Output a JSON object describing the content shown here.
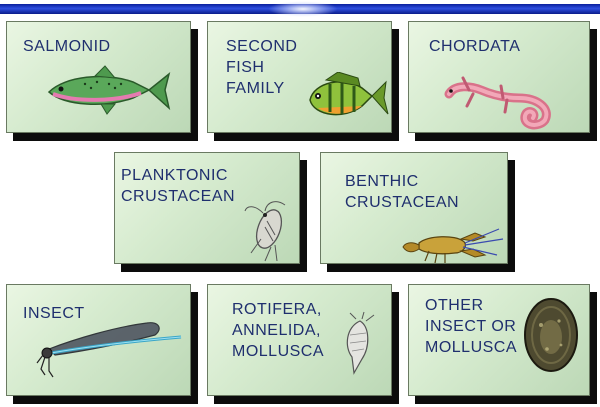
{
  "cards": [
    {
      "label": "SALMONID",
      "icon": "fish-icon"
    },
    {
      "label": "SECOND\nFISH\nFAMILY",
      "icon": "sunfish-icon"
    },
    {
      "label": "CHORDATA",
      "icon": "salamander-icon"
    },
    {
      "label": "PLANKTONIC\nCRUSTACEAN",
      "icon": "plankton-icon"
    },
    {
      "label": "BENTHIC\nCRUSTACEAN",
      "icon": "crayfish-icon"
    },
    {
      "label": "INSECT",
      "icon": "dragonfly-icon"
    },
    {
      "label": "ROTIFERA,\nANNELIDA,\nMOLLUSCA",
      "icon": "rotifer-icon"
    },
    {
      "label": "OTHER\n INSECT OR\n  MOLLUSCA",
      "icon": "mussel-icon"
    }
  ],
  "colors": {
    "label": "#1f2f6e",
    "card_light": "#eaf6e3",
    "card_dark": "#bcd8b6",
    "shadow": "#0c0c0c",
    "bar": "#1a34c8"
  }
}
